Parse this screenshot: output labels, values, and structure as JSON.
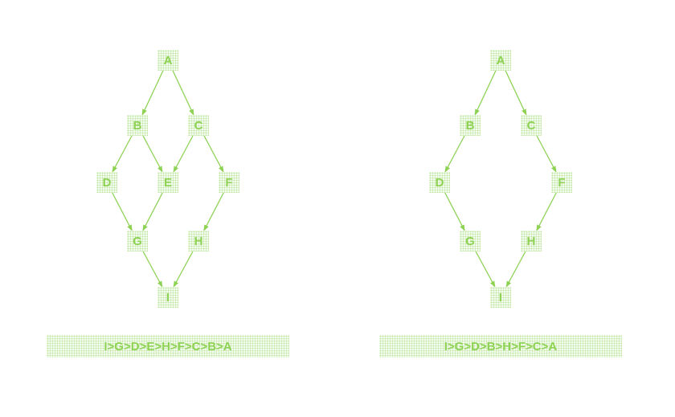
{
  "colors": {
    "accent": "#8ed254",
    "node_fill": "#f4fbef",
    "node_dots": "#bfe6a2"
  },
  "graphs": [
    {
      "nodes": [
        "A",
        "B",
        "C",
        "D",
        "E",
        "F",
        "G",
        "H",
        "I"
      ],
      "edges": [
        [
          "A",
          "B"
        ],
        [
          "A",
          "C"
        ],
        [
          "B",
          "D"
        ],
        [
          "B",
          "E"
        ],
        [
          "C",
          "E"
        ],
        [
          "C",
          "F"
        ],
        [
          "D",
          "G"
        ],
        [
          "E",
          "G"
        ],
        [
          "F",
          "H"
        ],
        [
          "G",
          "I"
        ],
        [
          "H",
          "I"
        ]
      ],
      "order": "I>G>D>E>H>F>C>B>A"
    },
    {
      "nodes": [
        "A",
        "B",
        "C",
        "D",
        "F",
        "G",
        "H",
        "I"
      ],
      "edges": [
        [
          "A",
          "B"
        ],
        [
          "A",
          "C"
        ],
        [
          "B",
          "D"
        ],
        [
          "C",
          "F"
        ],
        [
          "D",
          "G"
        ],
        [
          "F",
          "H"
        ],
        [
          "G",
          "I"
        ],
        [
          "H",
          "I"
        ]
      ],
      "order": "I>G>D>B>H>F>C>A"
    }
  ]
}
